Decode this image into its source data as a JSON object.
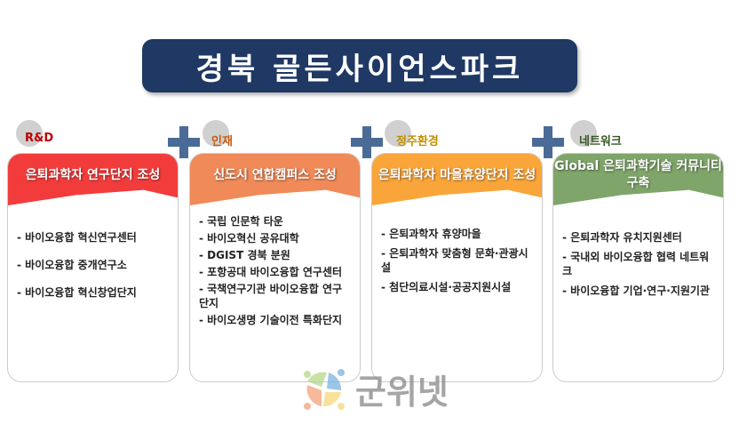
{
  "title": "경북 골든사이언스파크",
  "cards": [
    {
      "category": "R&D",
      "cat_color": "#c00000",
      "header": "은퇴과학자 연구단지 조성",
      "color": "#f23c3c",
      "items": [
        "- 바이오융합 혁신연구센터",
        "- 바이오융합 중개연구소",
        "- 바이오융합 혁신창업단지"
      ]
    },
    {
      "category": "인재",
      "cat_color": "#c55a11",
      "header": "신도시 연합캠퍼스 조성",
      "color": "#f08a58",
      "items": [
        "- 국립 인문학 타운",
        "- 바이오혁신 공유대학",
        "- DGIST 경북 분원",
        "- 포항공대 바이오융합 연구센터",
        "- 국책연구기관 바이오융합 연구단지",
        "- 바이오생명 기술이전 특화단지"
      ]
    },
    {
      "category": "정주환경",
      "cat_color": "#bf9000",
      "header": "은퇴과학자 마을휴양단지 조성",
      "color": "#f9a53a",
      "items": [
        "- 은퇴과학자 휴양마을",
        "- 은퇴과학자 맞춤형 문화·관광시설",
        "- 첨단의료시설·공공지원시설"
      ]
    },
    {
      "category": "네트워크",
      "cat_color": "#375623",
      "header": "Global 은퇴과학기술 커뮤니티 구축",
      "color": "#7fa56a",
      "items": [
        "- 은퇴과학자 유치지원센터",
        "- 국내외 바이오융합 협력 네트워크",
        "- 바이오융합 기업·연구·지원기관"
      ]
    }
  ],
  "watermark": "군위넷"
}
